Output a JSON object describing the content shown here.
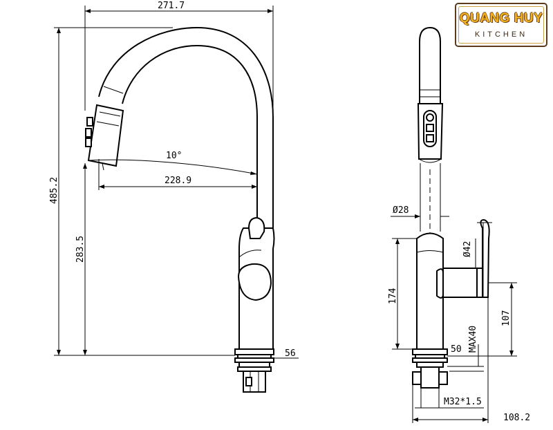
{
  "logo": {
    "title": "QUANG HUY",
    "subtitle": "KITCHEN"
  },
  "dimensions": {
    "overall_width": "271.7",
    "overall_height": "485.2",
    "spout_reach": "228.9",
    "spray_angle": "10°",
    "spout_height": "283.5",
    "base_thickness": "56",
    "hose_diameter": "Ø28",
    "handle_diameter": "Ø42",
    "body_height": "174",
    "handle_height": "107",
    "base_height": "50",
    "max_counter_thickness": "MAX40",
    "thread": "M32*1.5",
    "side_depth": "108.2"
  }
}
